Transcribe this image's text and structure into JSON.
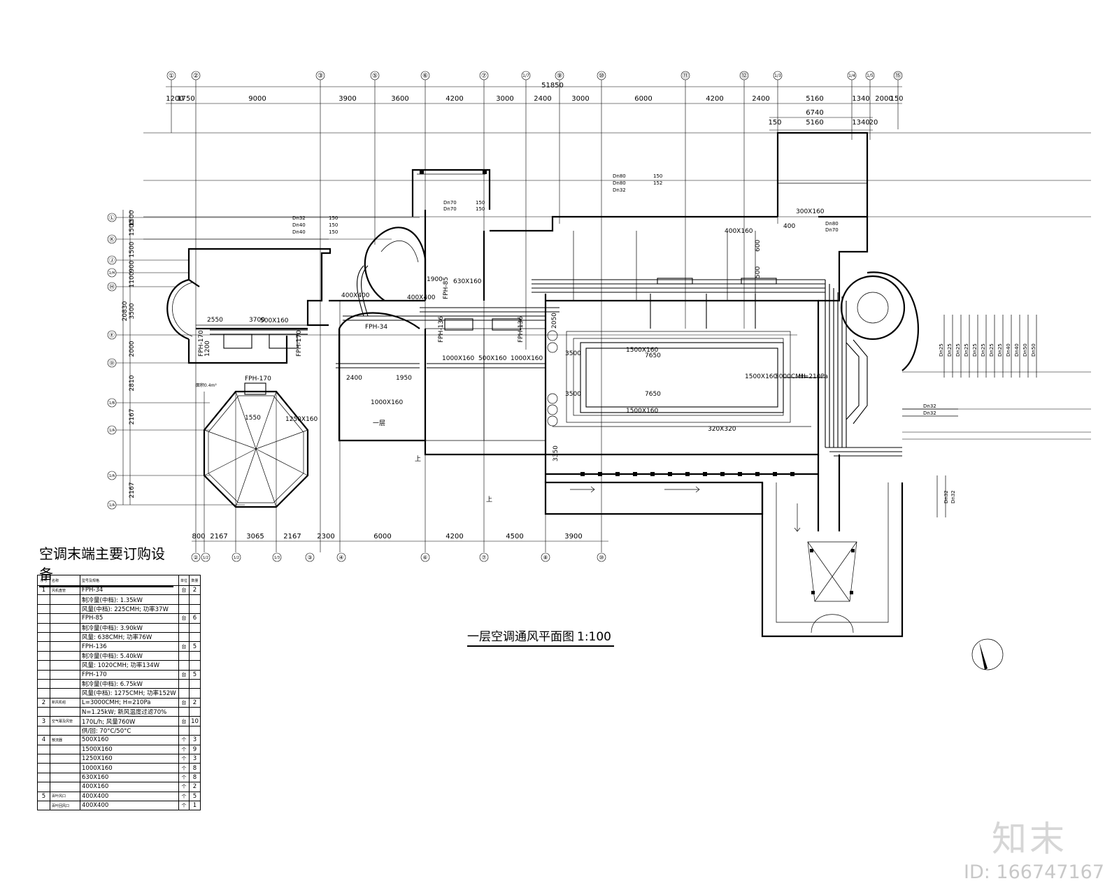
{
  "drawing": {
    "title": "一层空调通风平面图",
    "scale": "1:100"
  },
  "top_axes": [
    "①",
    "②",
    "③",
    "⑤",
    "⑥",
    "⑦",
    "1/7",
    "⑨",
    "⑩",
    "⑪",
    "⑫",
    "1/3",
    "1/4",
    "1/5",
    "⑮"
  ],
  "bottom_axes": [
    "②",
    "1/2",
    "1/2",
    "1/3",
    "③",
    "④",
    "⑥",
    "⑦",
    "⑧",
    "⑩"
  ],
  "left_axes": [
    "Ⓛ",
    "Ⓚ",
    "Ⓙ",
    "1/H",
    "Ⓗ",
    "Ⓔ",
    "Ⓓ",
    "1/B",
    "1/A",
    "1/A",
    "1/A"
  ],
  "top_total_dim": "51850",
  "top_dims": [
    "1200",
    "1750",
    "9000",
    "3900",
    "3600",
    "4200",
    "3000",
    "2400",
    "3000",
    "6000",
    "4200",
    "2400",
    "5160",
    "1340",
    "2000",
    "150"
  ],
  "top_sub_dims": [
    "6740",
    "150",
    "5160",
    "1340",
    "20"
  ],
  "bottom_dims": [
    "800",
    "2167",
    "3065",
    "2167",
    "2300",
    "6000",
    "4200",
    "4500",
    "3900"
  ],
  "left_dims": [
    "1500",
    "1500",
    "1500",
    "900",
    "1100",
    "3500",
    "2000",
    "2810",
    "2167",
    "2167"
  ],
  "left_total_dim": "20830",
  "plan_labels": {
    "duct_400x400": "400X400",
    "duct_400x400_b": "400X400",
    "duct_500x160": "500X160",
    "duct_630x160": "630X160",
    "duct_1000x160_a": "1000X160",
    "duct_1000x160_b": "1000X160",
    "duct_500x160_b": "500X160",
    "duct_1000x160_c": "1000X160",
    "duct_1500x160_a": "1500X160",
    "duct_1500x160_b": "1500X160",
    "duct_1500x160_c": "1500X160",
    "duct_300x160": "300X160",
    "duct_1250x160": "1250X160",
    "duct_320x320": "320X320",
    "duct_400x160": "400X160",
    "airflow": "3000CMH",
    "head": "H=210Pa",
    "fph34": "FPH-34",
    "fph85": "FPH-85",
    "fph136_a": "FPH-136",
    "fph136_b": "FPH-136",
    "fph170_a": "FPH-170",
    "fph170_b": "FPH-170",
    "fph170_c": "FPH-170",
    "dim_2550": "2550",
    "dim_3700": "3700",
    "dim_1200": "1200",
    "dim_1900": "1900",
    "dim_2400": "2400",
    "dim_1950": "1950",
    "dim_1550": "1550",
    "dim_3500": "3500",
    "dim_3500b": "3500",
    "dim_7650": "7650",
    "dim_7650b": "7650",
    "dim_3350": "3350",
    "dim_2050": "2050",
    "dim_400": "400",
    "dim_600": "600",
    "dim_500": "500",
    "pipe_dn70a": "Dn70",
    "pipe_dn70b": "Dn70",
    "pipe_dn32": "Dn32",
    "pipe_dn40a": "Dn40",
    "pipe_dn40b": "Dn40",
    "pipe_dn80a": "Dn80",
    "pipe_dn80b": "Dn80",
    "pipe_dn32b": "Dn32",
    "pipe_dn80c": "Dn80",
    "pipe_dn70c": "Dn70",
    "pipe_dn32c": "Dn32",
    "pipe_dn32d": "Dn32",
    "pipe_dn32e": "Dn32",
    "pipe_dn32f": "Dn32",
    "pipe_dn32g": "Dn32",
    "dn150a": "150",
    "dn150b": "150",
    "dn150c": "150",
    "dn150d": "150",
    "dn150e": "150",
    "dn150f": "150",
    "dn152": "152",
    "room_area": "面积0.4m²",
    "room_1": "一层",
    "room_up": "上",
    "room_up2": "上",
    "pipe_right": [
      "Dn25",
      "Dn25",
      "Dn25",
      "Dn25",
      "Dn25",
      "Dn25",
      "Dn25",
      "Dn25",
      "Dn40",
      "Dn40",
      "Dn50",
      "Dn50"
    ]
  },
  "equipment_table": {
    "title": "空调末端主要订购设备",
    "headers": [
      "序号",
      "名称",
      "型号及规格",
      "单位",
      "数量"
    ],
    "rows": [
      [
        "1",
        "风机盘管",
        "FPH-34",
        "台",
        "2"
      ],
      [
        "",
        "",
        "制冷量(中档): 1.35kW",
        "",
        ""
      ],
      [
        "",
        "",
        "风量(中档): 225CMH; 功率37W",
        "",
        ""
      ],
      [
        "",
        "",
        "FPH-85",
        "台",
        "6"
      ],
      [
        "",
        "",
        "制冷量(中档): 3.90kW",
        "",
        ""
      ],
      [
        "",
        "",
        "风量: 638CMH; 功率76W",
        "",
        ""
      ],
      [
        "",
        "",
        "FPH-136",
        "台",
        "5"
      ],
      [
        "",
        "",
        "制冷量(中档): 5.40kW",
        "",
        ""
      ],
      [
        "",
        "",
        "风量: 1020CMH; 功率134W",
        "",
        ""
      ],
      [
        "",
        "",
        "FPH-170",
        "台",
        "5"
      ],
      [
        "",
        "",
        "制冷量(中档): 6.75kW",
        "",
        ""
      ],
      [
        "",
        "",
        "风量(中档): 1275CMH; 功率152W",
        "",
        ""
      ],
      [
        "2",
        "新风机组",
        "L=3000CMH; H=210Pa",
        "台",
        "2"
      ],
      [
        "",
        "",
        "N=1.25kW; 新风温度过滤70%",
        "",
        ""
      ],
      [
        "3",
        "空气幕及风管",
        "170L/h; 风量760W",
        "台",
        "10"
      ],
      [
        "",
        "",
        "供/回: 70°C/50°C",
        "",
        ""
      ],
      [
        "4",
        "散流器",
        "500X160",
        "个",
        "3"
      ],
      [
        "",
        "",
        "1500X160",
        "个",
        "9"
      ],
      [
        "",
        "",
        "1250X160",
        "个",
        "3"
      ],
      [
        "",
        "",
        "1000X160",
        "个",
        "8"
      ],
      [
        "",
        "",
        "630X160",
        "个",
        "8"
      ],
      [
        "",
        "",
        "400X160",
        "个",
        "2"
      ],
      [
        "5",
        "百叶风口",
        "400X400",
        "个",
        "5"
      ],
      [
        "",
        "百叶回风口",
        "400X400",
        "个",
        "1"
      ]
    ]
  },
  "watermark": {
    "logo": "知末",
    "id": "ID: 166747167"
  }
}
